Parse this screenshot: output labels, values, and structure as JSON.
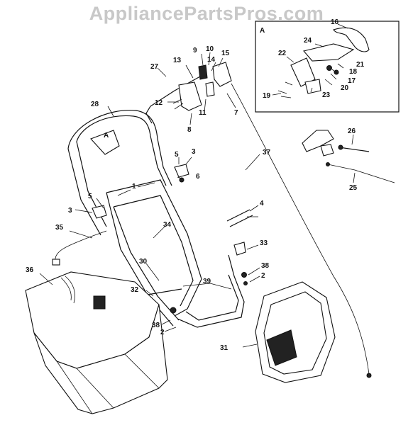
{
  "watermark": "AppliancePartsPros.com",
  "inset": {
    "label": "A",
    "callouts": [
      "16",
      "24",
      "22",
      "21",
      "18",
      "17",
      "20",
      "19",
      "23"
    ]
  },
  "handle_detail_label": "A",
  "callouts": {
    "c1": "1",
    "c2a": "2",
    "c2b": "2",
    "c3a": "3",
    "c3b": "3",
    "c4": "4",
    "c5a": "5",
    "c5b": "5",
    "c6": "6",
    "c7": "7",
    "c8": "8",
    "c9": "9",
    "c10": "10",
    "c11": "11",
    "c12": "12",
    "c13": "13",
    "c14": "14",
    "c15": "15",
    "c25": "25",
    "c26": "26",
    "c27": "27",
    "c28": "28",
    "c30": "30",
    "c31": "31",
    "c32": "32",
    "c33": "33",
    "c34": "34",
    "c35": "35",
    "c36": "36",
    "c37": "37",
    "c38a": "38",
    "c38b": "38",
    "c39": "39"
  }
}
